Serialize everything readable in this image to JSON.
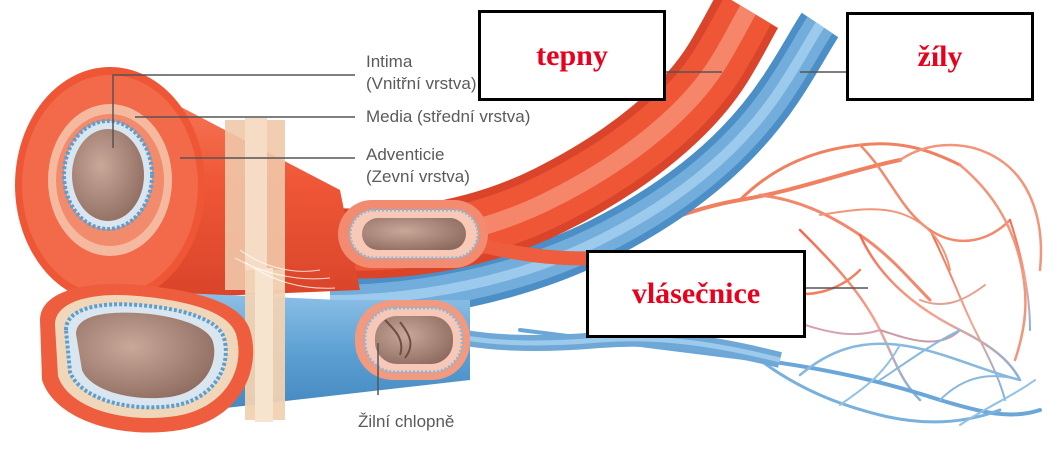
{
  "labels": {
    "intima": "Intima",
    "intima_sub": "(Vnitřní vrstva)",
    "media": "Media (střední vrstva)",
    "adventicie": "Adventicie",
    "adventicie_sub": "(Zevní vrstva)",
    "valves": "Žilní chlopně"
  },
  "boxes": {
    "arteries": "tepny",
    "veins": "žíly",
    "capillaries": "vlásečnice"
  },
  "colors": {
    "artery": "#ef5a3a",
    "artery_light": "#f7a184",
    "vein": "#5b9fd2",
    "vein_light": "#a9cfee",
    "lumen": "#a88478",
    "box_text": "#e8001c",
    "box_border": "#000000",
    "label_text": "#5a5a5a"
  }
}
